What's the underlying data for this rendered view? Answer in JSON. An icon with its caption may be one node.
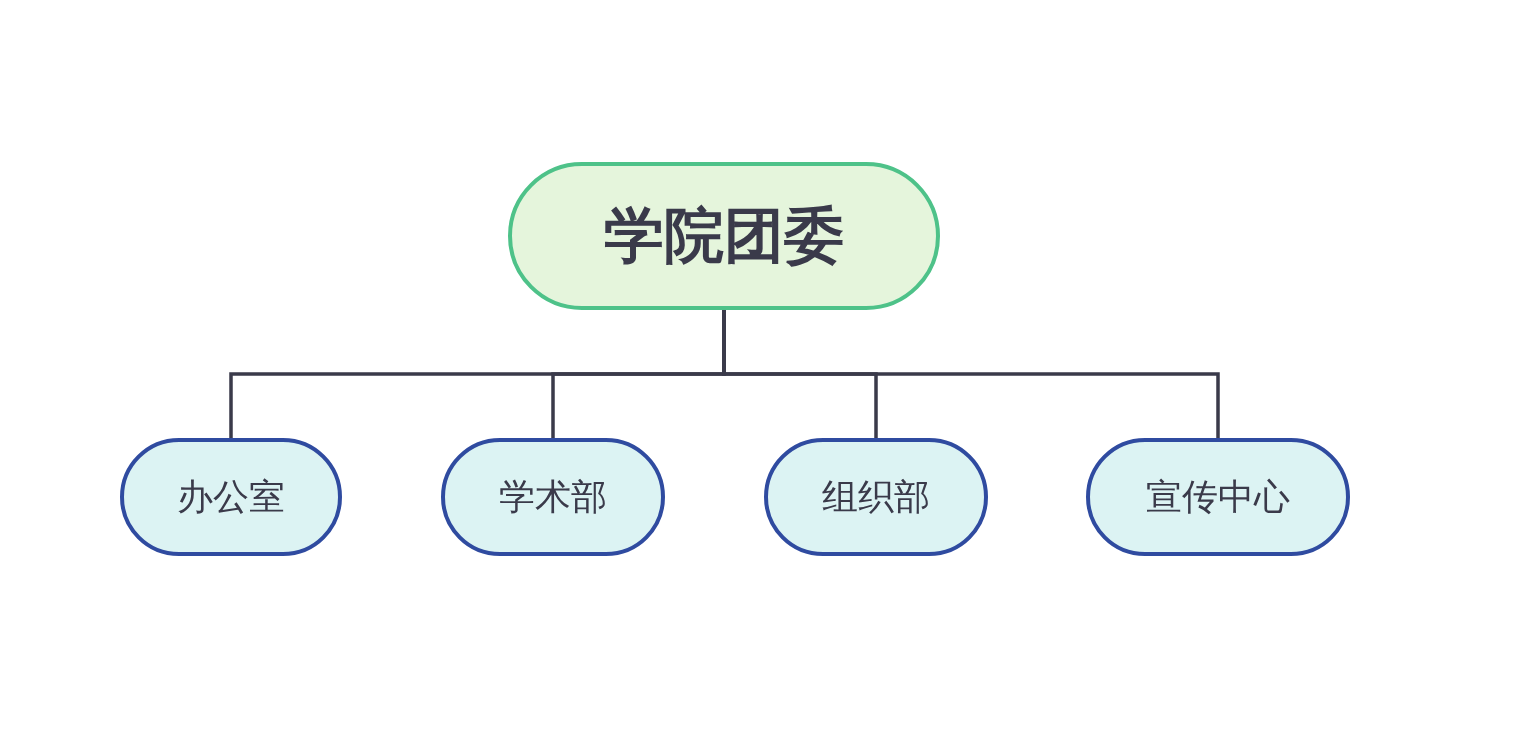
{
  "diagram": {
    "nodes": [
      {
        "text": [
          "学院团委"
        ]
      },
      {
        "text": [
          "办公室"
        ]
      },
      {
        "text": [
          "学术部"
        ]
      },
      {
        "text": [
          "组织部"
        ]
      },
      {
        "text": [
          "宣传中心"
        ]
      }
    ],
    "edges": [
      {
        "from": 0,
        "to": 1,
        "arrow": "none"
      },
      {
        "from": 0,
        "to": 2,
        "arrow": "none"
      },
      {
        "from": 0,
        "to": 3,
        "arrow": "none"
      },
      {
        "from": 0,
        "to": 4,
        "arrow": "none"
      }
    ]
  }
}
